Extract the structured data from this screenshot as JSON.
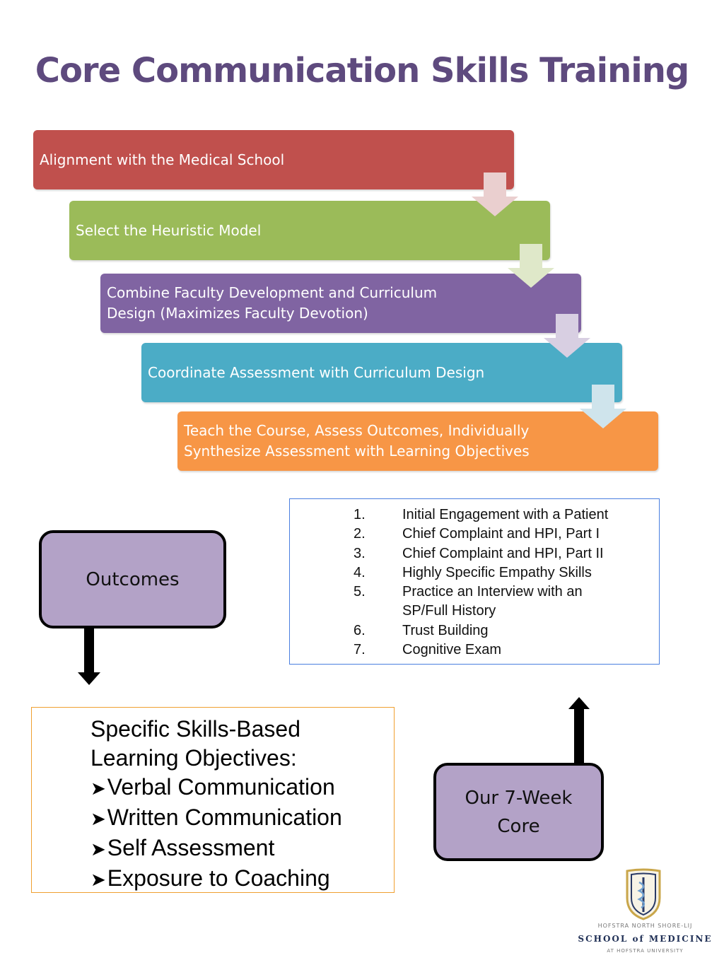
{
  "title": "Core Communication Skills Training",
  "steps": [
    {
      "label": "Alignment with the Medical School",
      "color": "#c0504d"
    },
    {
      "label": "Select the Heuristic Model",
      "color": "#9bbb59"
    },
    {
      "label": "Combine Faculty Development and Curriculum Design (Maximizes Faculty Devotion)",
      "color": "#8064a2"
    },
    {
      "label": "Coordinate Assessment with Curriculum Design",
      "color": "#4bacc6"
    },
    {
      "label": "Teach the Course, Assess Outcomes, Individually Synthesize Assessment with Learning Objectives",
      "color": "#f79646"
    }
  ],
  "week_list": [
    {
      "num": "1.",
      "text": "Initial Engagement with a Patient"
    },
    {
      "num": "2.",
      "text": "Chief Complaint and HPI, Part I"
    },
    {
      "num": "3.",
      "text": "Chief Complaint and HPI, Part II"
    },
    {
      "num": "4.",
      "text": "Highly Specific Empathy Skills"
    },
    {
      "num": "5.",
      "text": "Practice an Interview with an SP/Full History"
    },
    {
      "num": "6.",
      "text": "Trust Building"
    },
    {
      "num": "7.",
      "text": "Cognitive Exam"
    }
  ],
  "outcomes_label": "Outcomes",
  "core_label": "Our 7-Week Core",
  "objectives": {
    "heading": "Specific Skills-Based Learning Objectives:",
    "items": [
      "Verbal Communication",
      "Written Communication",
      "Self Assessment",
      "Exposure to Coaching"
    ]
  },
  "logo": {
    "line1": "HOFSTRA NORTH SHORE-LIJ",
    "line2": "SCHOOL of MEDICINE",
    "line3": "AT HOFSTRA UNIVERSITY"
  }
}
